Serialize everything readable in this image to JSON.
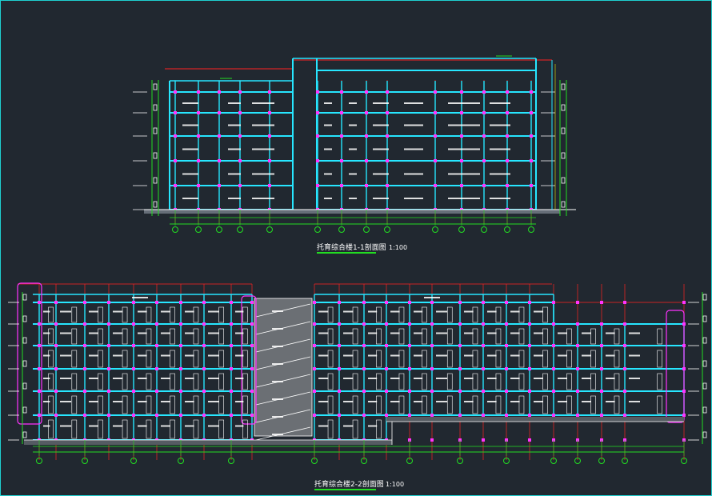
{
  "drawing": {
    "section1": {
      "title": "托育综合楼1-1剖面图",
      "scale": "1:100"
    },
    "section2": {
      "title": "托育综合楼2-2剖面图",
      "scale": "1:100"
    }
  },
  "colors": {
    "background": "#212830",
    "structure": "#27e6ff",
    "stair": "#ff33ff",
    "grid": "#ff2222",
    "dimension": "#22dd22",
    "yellow": "#e6e600",
    "text": "#ffffff"
  }
}
